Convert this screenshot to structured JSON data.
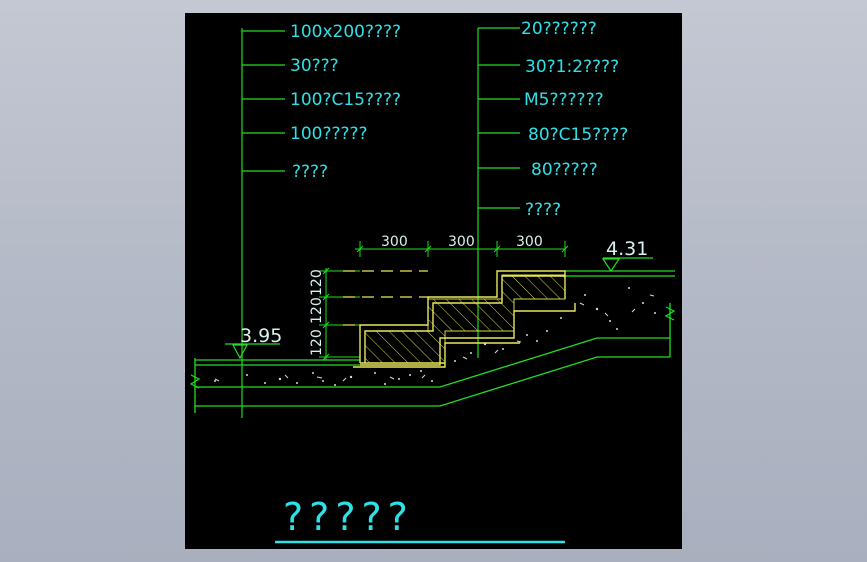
{
  "left_callouts": [
    "100x200????",
    "30???",
    "100?C15????",
    "100?????",
    "????"
  ],
  "right_callouts": [
    "20??????",
    "30?1:2????",
    "M5??????",
    "80?C15????",
    "80?????",
    "????"
  ],
  "dimensions": {
    "horizontal": [
      "300",
      "300",
      "300"
    ],
    "vertical": [
      "120",
      "120",
      "120"
    ]
  },
  "elevations": {
    "low": "3.95",
    "high": "4.31"
  },
  "title": "?????",
  "colors": {
    "background": "#000000",
    "leader": "#22dd22",
    "label": "#2fe0e6",
    "outline": "#e8e85a",
    "hatch": "#d6d64a",
    "ground": "#22dd22",
    "fill_dots": "#d8d8d8"
  }
}
